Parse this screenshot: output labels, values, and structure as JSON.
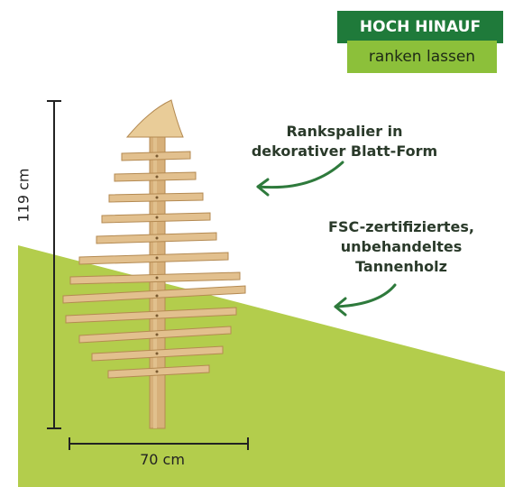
{
  "badge": {
    "title": "HOCH HINAUF",
    "subtitle": "ranken lassen"
  },
  "callouts": {
    "leaf_shape": {
      "line1": "Rankspalier in",
      "line2": "dekorativer Blatt-Form"
    },
    "wood": {
      "line1": "FSC-zertifiziertes,",
      "line2": "unbehandeltes",
      "line3": "Tannenholz"
    }
  },
  "dimensions": {
    "height": "119 cm",
    "width": "70 cm"
  },
  "colors": {
    "badge_dark_green": "#1f7a3a",
    "badge_light_green": "#8cc03a",
    "ground_green": "#b3cd4c",
    "arrow_green": "#2e7a3c",
    "wood": "#e2c08e"
  }
}
